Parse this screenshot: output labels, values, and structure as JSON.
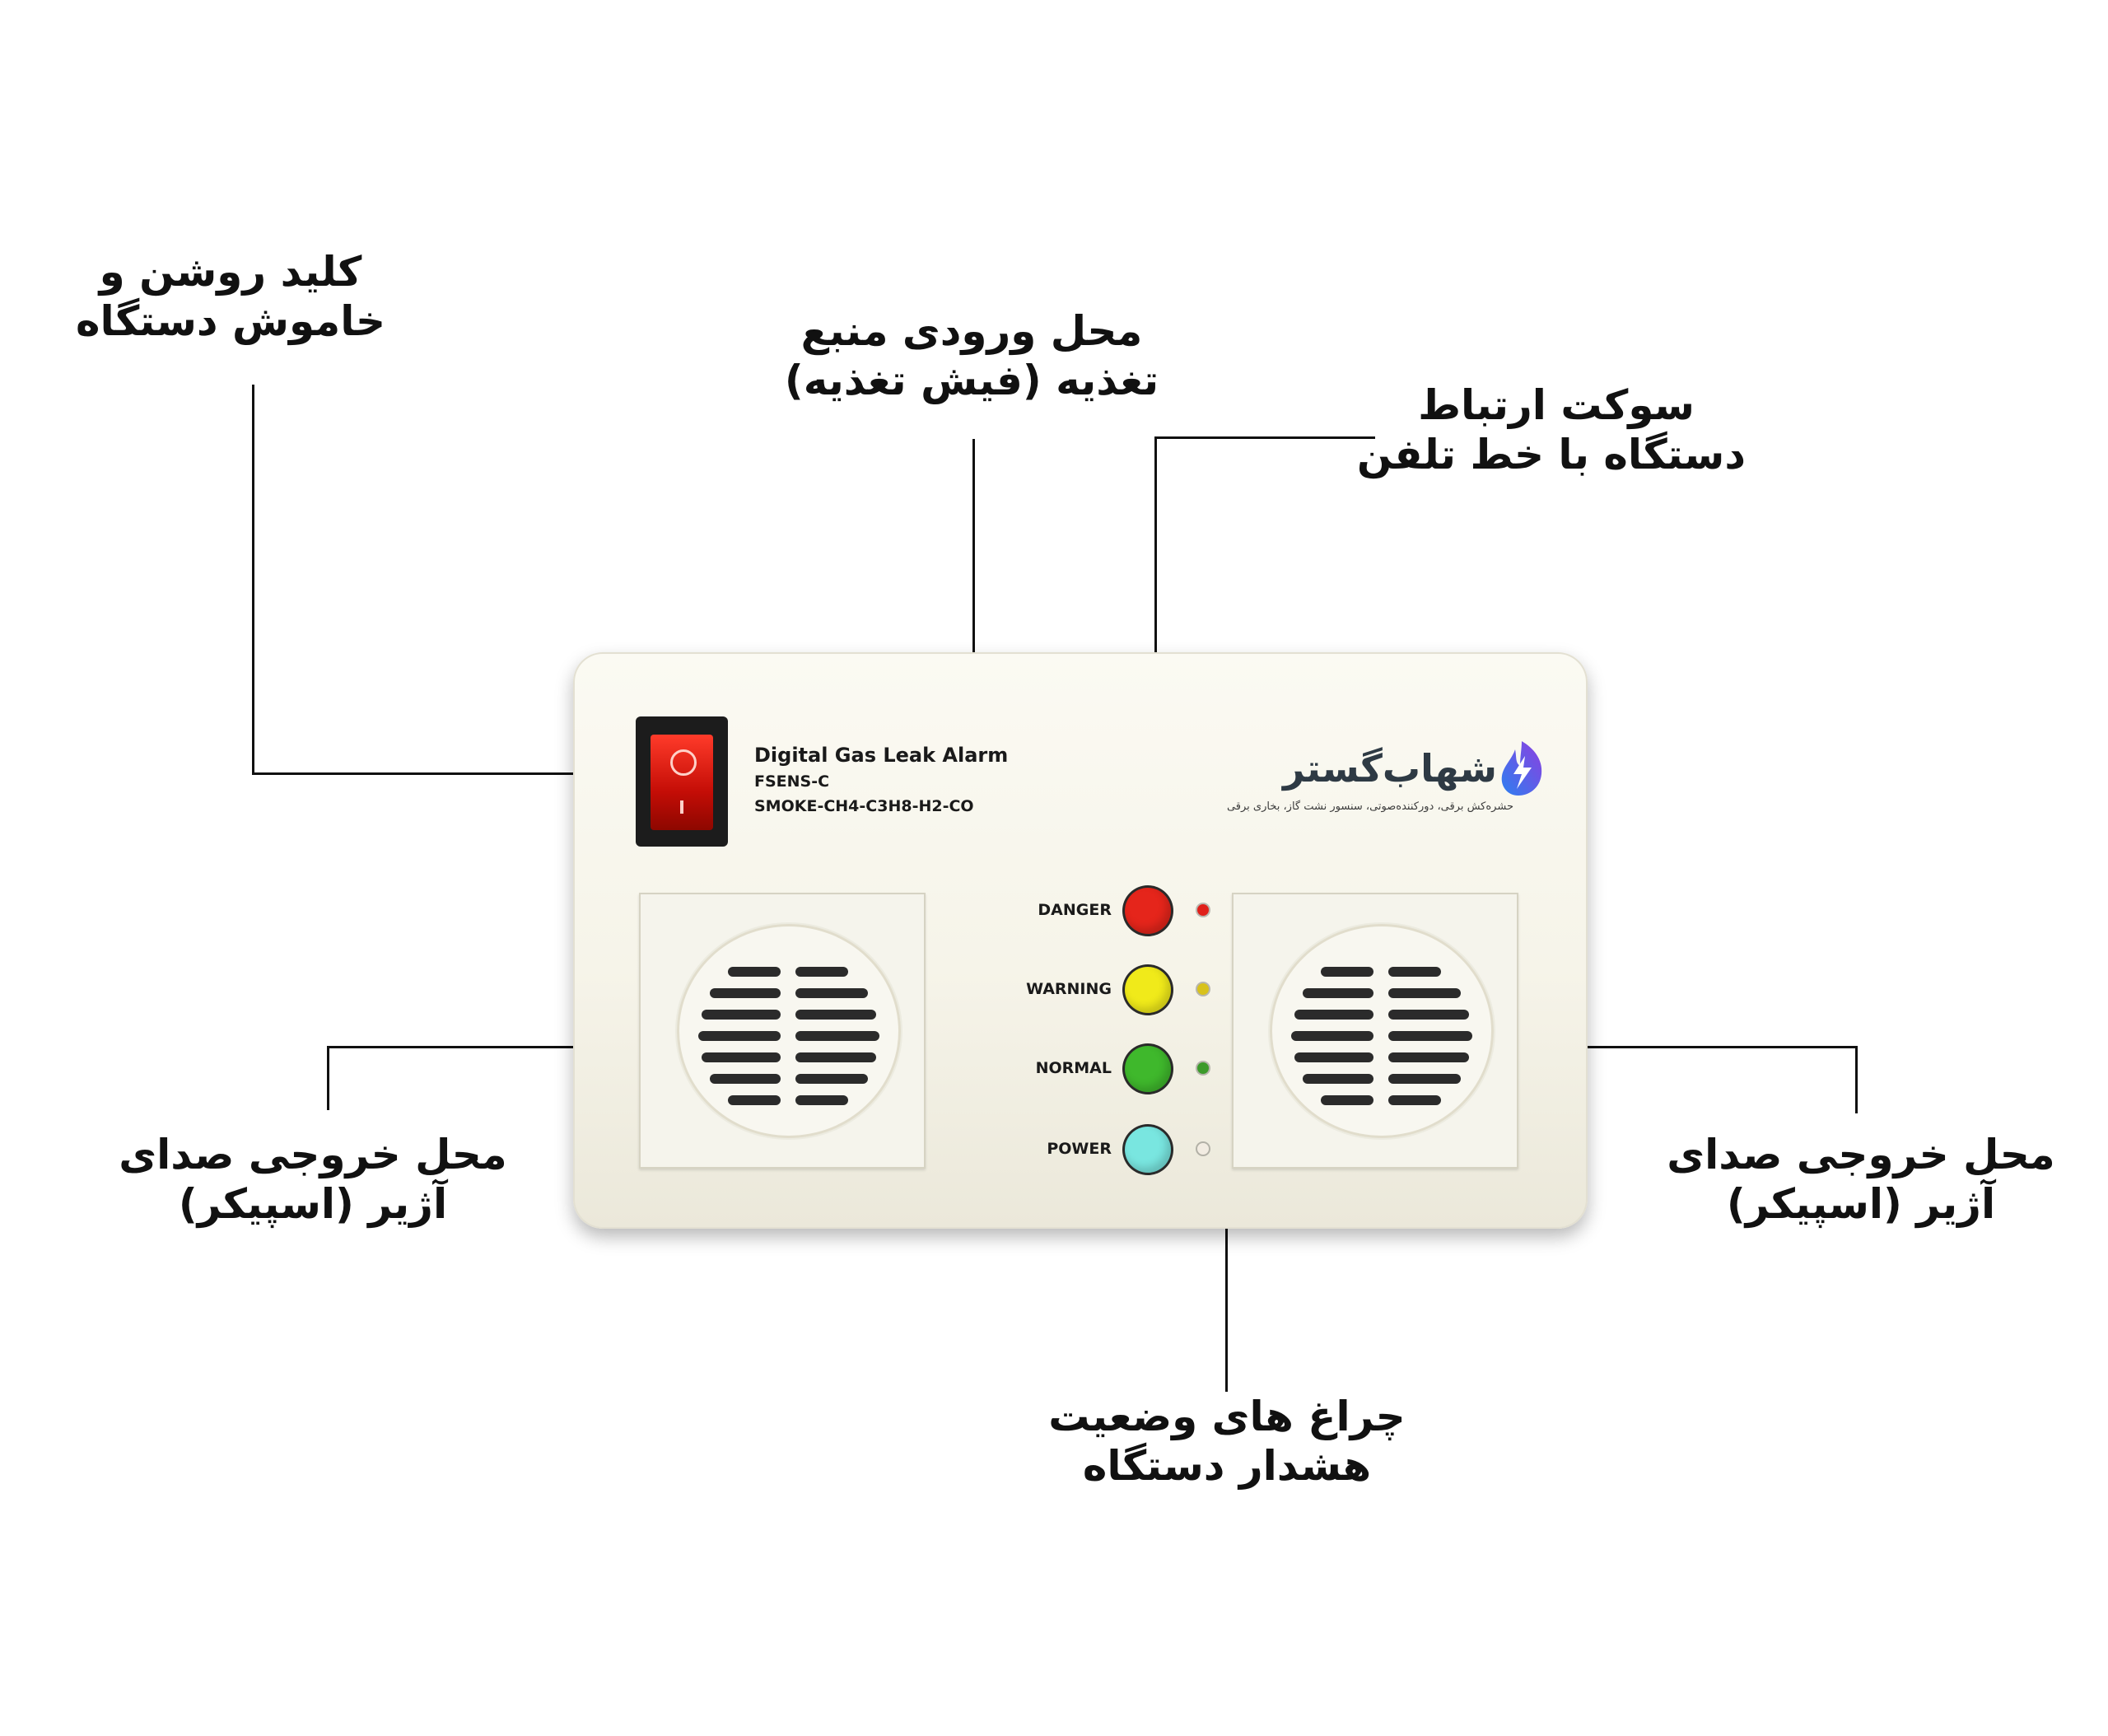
{
  "callouts": {
    "power_switch": {
      "line1": "کلید روشن و",
      "line2": "خاموش دستگاه"
    },
    "power_input": {
      "line1": "محل ورودی منبع",
      "line2": "تغذیه (فیش تغذیه)"
    },
    "phone_socket": {
      "line1": "سوکت ارتباط",
      "line2": "دستگاه با خط تلفن"
    },
    "speaker_left": {
      "line1": "محل خروجی صدای",
      "line2": "آژیر (اسپیکر)"
    },
    "speaker_right": {
      "line1": "محل خروجی صدای",
      "line2": "آژیر (اسپیکر)"
    },
    "status_lights": {
      "line1": "چراغ های وضعیت",
      "line2": "هشدار دستگاه"
    }
  },
  "device": {
    "title": "Digital Gas Leak Alarm",
    "model": "FSENS-C",
    "gases": "SMOKE-CH4-C3H8-H2-CO",
    "brand_name": "شهاب‌گستر",
    "brand_tagline": "حشره‌کش برقی، دورکننده‌صوتی، سنسور نشت گاز، بخاری برقی",
    "indicators": [
      {
        "label": "DANGER",
        "lamp_color": "#e5251b",
        "led_color": "#e0201a"
      },
      {
        "label": "WARNING",
        "lamp_color": "#f0ea1a",
        "led_color": "#d8c21c"
      },
      {
        "label": "NORMAL",
        "lamp_color": "#3fb82c",
        "led_color": "#3c9a2a"
      },
      {
        "label": "POWER",
        "lamp_color": "#79e6e0",
        "led_color": "#f2ece2"
      }
    ]
  },
  "colors": {
    "line": "#111111",
    "device_body": "#f7f5ea",
    "grill_slat": "#2b2b2b",
    "brand_icon_start": "#2d7ff0",
    "brand_icon_end": "#8d3fe0"
  },
  "icons": [
    "power-rocker-switch",
    "speaker-grill",
    "brand-lightning-icon"
  ]
}
